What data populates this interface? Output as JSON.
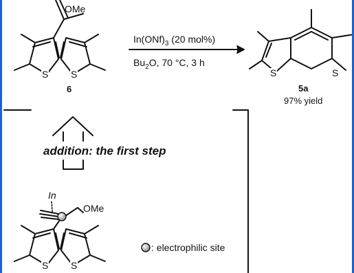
{
  "reaction": {
    "reagent_main": "In(ONf)",
    "reagent_sub": "3",
    "reagent_tail": " (20 mol%)",
    "solvent_pre": "Bu",
    "solvent_sub": "2",
    "solvent_tail": "O, 70 °C, 3 h"
  },
  "starting_material": {
    "label": "6",
    "substituent": "OMe",
    "atom": "S"
  },
  "product": {
    "label": "5a",
    "yield": "97% yield",
    "atom": "S"
  },
  "box": {
    "heading": "addition: the first step",
    "metal": "In",
    "substituent": "OMe",
    "atom": "S",
    "legend": ": electrophilic site"
  },
  "colors": {
    "border": "#1f5fd0",
    "ink": "#111111",
    "site_sphere": "#8a8a8a"
  }
}
